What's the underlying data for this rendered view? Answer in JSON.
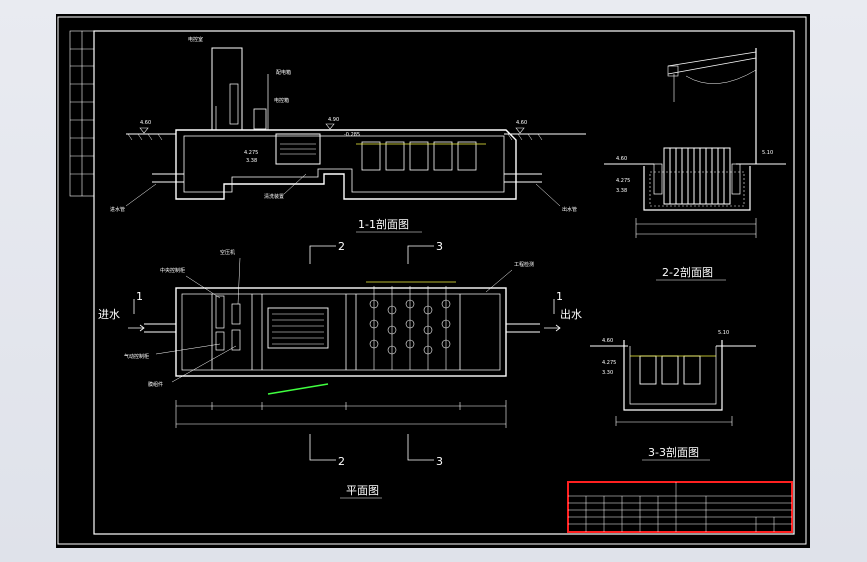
{
  "drawing": {
    "title_section_1": "1-1剖面图",
    "title_section_2": "2-2剖面图",
    "title_section_3": "3-3剖面图",
    "title_plan": "平面图",
    "labels": {
      "control_room": "电控室",
      "distribution_box": "配电箱",
      "inlet_pipe": "进水管",
      "outlet_pipe": "出水管",
      "inlet_water": "进水",
      "outlet_water": "出水",
      "central_control_cabinet": "中央控制柜",
      "air_compressor": "空压机",
      "pneumatic_control_cabinet": "气动控制柜",
      "cleaning_device": "清洗装置",
      "inspection_tube": "工程检测",
      "membrane_module": "膜组件",
      "electric_control": "电控箱"
    },
    "elevations": {
      "e1": "4.60",
      "e2": "4.90",
      "e3": "4.60",
      "e4": "-0.285",
      "e5": "4.275",
      "e6": "3.38",
      "s2_left": "4.60",
      "s2_right": "5.10",
      "s2_mid": "4.275",
      "s2_low": "3.38",
      "s3_left": "4.60",
      "s3_right": "5.10",
      "s3_mid": "4.275",
      "s3_low": "3.30"
    },
    "section_marks": {
      "mark_1": "1",
      "mark_2": "2",
      "mark_3": "3"
    }
  },
  "colors": {
    "line_white": "#ffffff",
    "line_cyan": "#38f0f0",
    "line_yellow": "#f5f542",
    "line_green": "#40ff40",
    "titleblock_red": "#ff2020"
  }
}
